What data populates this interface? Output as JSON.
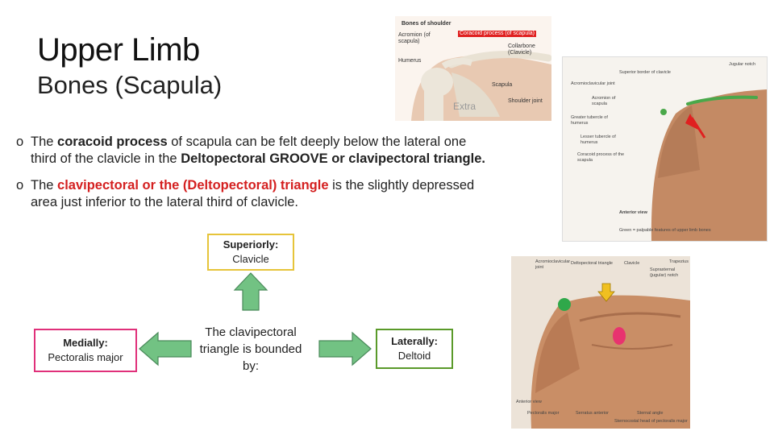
{
  "slide": {
    "title": "Upper Limb",
    "subtitle": "Bones (Scapula)",
    "bullets": [
      {
        "marker": "o",
        "parts": [
          {
            "text": "The ",
            "style": "normal"
          },
          {
            "text": "coracoid process",
            "style": "bold"
          },
          {
            "text": "  of scapula can be felt deeply below the lateral one third  of the clavicle in the ",
            "style": "normal"
          },
          {
            "text": "Deltopectoral GROOVE or clavipectoral triangle.",
            "style": "bold"
          }
        ]
      },
      {
        "marker": "o",
        "parts": [
          {
            "text": "The ",
            "style": "normal"
          },
          {
            "text": "clavipectoral or the (Deltopectoral) triangle",
            "style": "red"
          },
          {
            "text": "   is the slightly depressed area just inferior to the lateral third of clavicle.",
            "style": "normal"
          }
        ]
      }
    ]
  },
  "diagram": {
    "superior": {
      "heading": "Superiorly:",
      "value": "Clavicle"
    },
    "medial": {
      "heading": "Medially:",
      "value": "Pectoralis major"
    },
    "lateral": {
      "heading": "Laterally:",
      "value": "Deltoid"
    },
    "center": "The clavipectoral triangle is bounded by:",
    "colors": {
      "superior": "#e6c43a",
      "medial": "#e0307a",
      "lateral": "#5a9a2a",
      "arrow": "#72c283"
    }
  },
  "figure_shoulder": {
    "heading": "Bones of shoulder",
    "labels": {
      "acromion": "Acromion (of scapula)",
      "coracoid": "Coracoid process (of scapula)",
      "collarbone": "Collarbone (Clavicle)",
      "humerus": "Humerus",
      "scapula": "Scapula",
      "shoulder_joint": "Shoulder joint"
    },
    "watermark": "Extra"
  },
  "figure_anterior": {
    "labels": {
      "superior_border": "Superior border of clavicle",
      "jugular_notch": "Jugular notch",
      "ac_joint": "Acromioclavicular joint",
      "acromion": "Acromion of scapula",
      "greater_tubercle": "Greater tubercle of humerus",
      "lesser_tubercle": "Lesser tubercle of humerus",
      "coracoid": "Coracoid process of the scapula",
      "view": "Anterior view",
      "caption": "Green = palpable features of upper limb bones"
    }
  },
  "figure_photo": {
    "labels": {
      "l1": "Acromioclavicular joint",
      "l2": "Deltopectoral triangle",
      "l3": "Clavicle",
      "l4": "Suprasternal (jugular) notch",
      "l5": "Trapezius",
      "b1": "Anterior view",
      "b2": "Pectoralis major",
      "b3": "Serratus anterior",
      "b4": "Sternal angle",
      "b5": "Sternocostal head of pectoralis major"
    },
    "marker_colors": {
      "green": "#2fa84a",
      "pink": "#e8336f",
      "yellow": "#f0c020"
    }
  }
}
